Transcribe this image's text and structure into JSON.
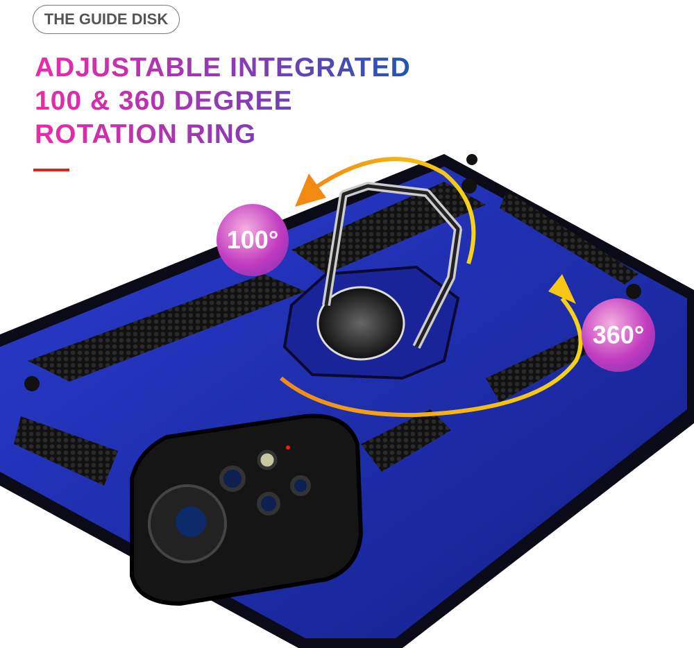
{
  "tag": "THE GUIDE DISK",
  "headline": [
    "ADJUSTABLE INTEGRATED",
    "100 & 360 DEGREE",
    "ROTATION RING"
  ],
  "badges": {
    "left": "100°",
    "right": "360°"
  },
  "colors": {
    "case_blue": "#1c2db0",
    "accent_red": "#e0201c",
    "arrow_yellow": "#f7c613",
    "arrow_orange": "#f28a12"
  }
}
